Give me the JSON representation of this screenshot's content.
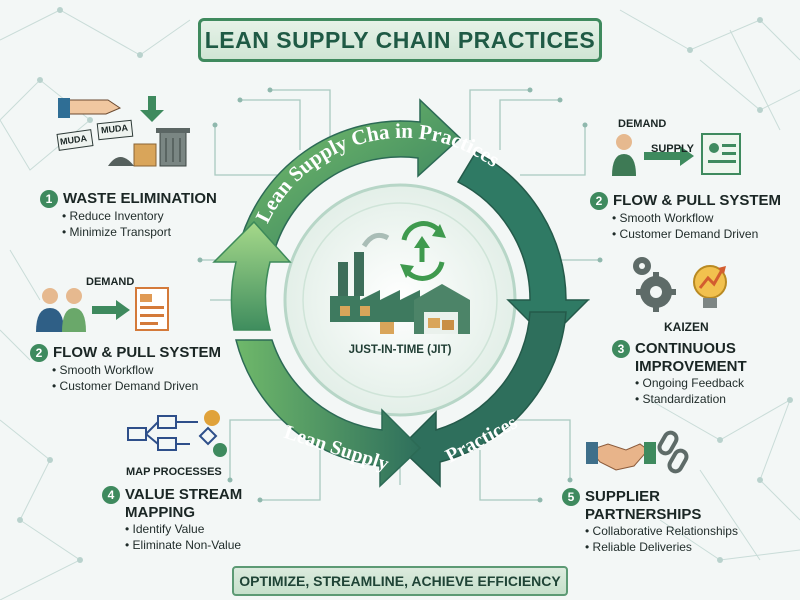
{
  "title": "LEAN SUPPLY CHAIN PRACTICES",
  "ring_text": {
    "top_arc": "Lean Supply Cha in Practices",
    "bottom_left": "Lean Supply",
    "bottom_right": "Practices"
  },
  "center": {
    "label": "JUST-IN-TIME (JIT)"
  },
  "sections": {
    "waste": {
      "number": "1",
      "heading": "WASTE ELIMINATION",
      "bullets": [
        "Reduce Inventory",
        "Minimize Transport"
      ],
      "icon_labels": [
        "MUDA",
        "MUDA"
      ]
    },
    "flow_right": {
      "number": "2",
      "heading": "FLOW & PULL SYSTEM",
      "bullets": [
        "Smooth Workflow",
        "Customer Demand Driven"
      ],
      "icon_labels": [
        "DEMAND",
        "SUPPLY"
      ]
    },
    "flow_left": {
      "number": "2",
      "heading": "FLOW & PULL SYSTEM",
      "bullets": [
        "Smooth Workflow",
        "Customer Demand Driven"
      ],
      "icon_labels": [
        "DEMAND"
      ]
    },
    "kaizen": {
      "number": "3",
      "icon_label": "KAIZEN",
      "heading_lines": [
        "CONTINUOUS",
        "IMPROVEMENT"
      ],
      "bullets": [
        "Ongoing Feedback",
        "Standardization"
      ]
    },
    "vsm": {
      "number": "4",
      "icon_label": "MAP PROCESSES",
      "heading_lines": [
        "VALUE STREAM",
        "MAPPING"
      ],
      "bullets": [
        "Identify Value",
        "Eliminate Non-Value"
      ]
    },
    "supplier": {
      "number": "5",
      "heading_lines": [
        "SUPPLIER",
        "PARTNERSHIPS"
      ],
      "bullets": [
        "Collaborative Relationships",
        "Reliable Deliveries"
      ]
    }
  },
  "footer": "OPTIMIZE, STREAMLINE, ACHIEVE EFFICIENCY",
  "colors": {
    "ring_dark": "#2e6f5c",
    "ring_light": "#8cc96e",
    "accent": "#3e8a5e",
    "background": "#f3f7f6"
  },
  "icons": [
    "hands-icon",
    "download-arrow-icon",
    "trash-bin-icon",
    "person-icon",
    "document-icon",
    "gears-icon",
    "lightbulb-icon",
    "flowchart-icon",
    "handshake-icon",
    "chain-icon",
    "factory-icon",
    "warehouse-icon",
    "recycle-arrows-icon"
  ]
}
